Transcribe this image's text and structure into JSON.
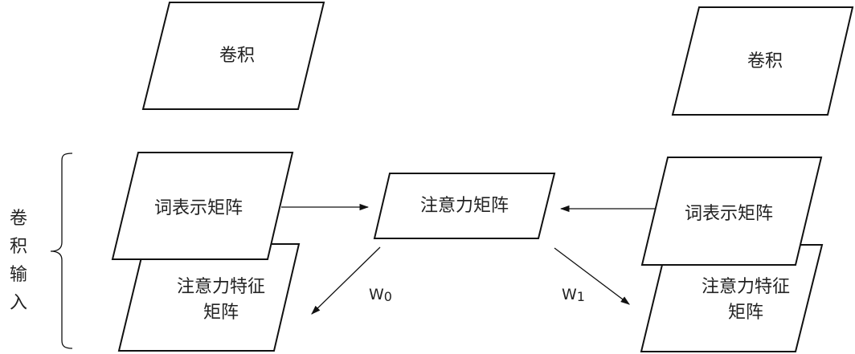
{
  "diagram": {
    "left_group": {
      "bracket_label": "卷积输入",
      "bracket_chars": [
        "卷",
        "积",
        "输",
        "入"
      ],
      "conv_box": "卷积",
      "word_matrix_box": "词表示矩阵",
      "attention_feature_box": [
        "注意力特征",
        "矩阵"
      ]
    },
    "center": {
      "attention_matrix_box": "注意力矩阵",
      "weight_left": {
        "base": "W",
        "sub": "0"
      },
      "weight_right": {
        "base": "W",
        "sub": "1"
      }
    },
    "right_group": {
      "conv_box": "卷积",
      "word_matrix_box": "词表示矩阵",
      "attention_feature_box": [
        "注意力特征",
        "矩阵"
      ]
    },
    "edges": [
      {
        "from": "left word matrix",
        "to": "attention matrix"
      },
      {
        "from": "right word matrix",
        "to": "attention matrix"
      },
      {
        "from": "attention matrix",
        "to": "left attention feature matrix",
        "label": "W0"
      },
      {
        "from": "attention matrix",
        "to": "right attention feature matrix",
        "label": "W1"
      }
    ]
  }
}
